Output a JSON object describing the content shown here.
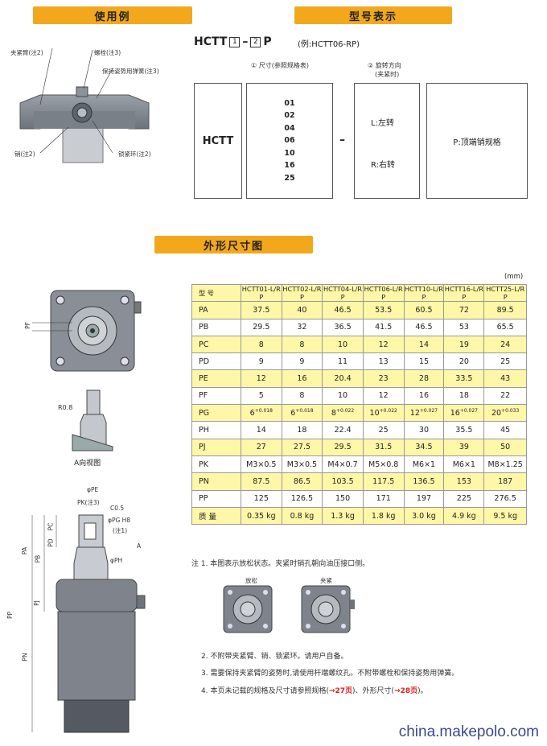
{
  "sections": {
    "usage": "使用例",
    "model": "型号表示",
    "dims": "外形尺寸图"
  },
  "usage_labels": {
    "arm": "夹紧臂(注2)",
    "bolt": "螺栓(注3)",
    "spring": "保持姿势用弹簧(注3)",
    "pin": "销(注2)",
    "lockring": "锁紧环(注2)"
  },
  "model_code": {
    "prefix": "HCTT",
    "box1": "1",
    "dash": "–",
    "box2": "2",
    "suffix": "P",
    "example": "(例:HCTT06-RP)",
    "label1": "① 尺寸(参照规格表)",
    "label2": "② 旋转方向",
    "label2b": "(夹紧时)",
    "main": "HCTT",
    "sizes": [
      "01",
      "02",
      "04",
      "06",
      "10",
      "16",
      "25"
    ],
    "sep": "–",
    "left": "L:左转",
    "right": "R:右转",
    "ptext": "P:顶端销规格"
  },
  "drawing_labels": {
    "pf": "PF",
    "r08": "R0.8",
    "aview": "A向视图",
    "pe": "φPE",
    "pk": "PK(注3)",
    "c05": "C0.5",
    "pg": "φPG H8",
    "note1": "(注1)",
    "a": "A",
    "pc": "PC",
    "pd": "PD",
    "pa": "PA",
    "pb": "PB",
    "ph": "φPH",
    "pj": "PJ",
    "pp": "PP",
    "pn": "PN"
  },
  "unit": "(mm)",
  "table": {
    "header": [
      "型 号",
      "HCTT01-",
      "HCTT02-",
      "HCTT04-",
      "HCTT06-",
      "HCTT10-",
      "HCTT16-",
      "HCTT25-"
    ],
    "header_suffix": "L/R P",
    "rows": [
      {
        "label": "PA",
        "values": [
          "37.5",
          "40",
          "46.5",
          "53.5",
          "60.5",
          "72",
          "89.5"
        ],
        "hl": true
      },
      {
        "label": "PB",
        "values": [
          "29.5",
          "32",
          "36.5",
          "41.5",
          "46.5",
          "53",
          "65.5"
        ],
        "hl": false
      },
      {
        "label": "PC",
        "values": [
          "8",
          "8",
          "10",
          "12",
          "14",
          "19",
          "24"
        ],
        "hl": true
      },
      {
        "label": "PD",
        "values": [
          "9",
          "9",
          "11",
          "13",
          "15",
          "20",
          "25"
        ],
        "hl": false
      },
      {
        "label": "PE",
        "values": [
          "12",
          "16",
          "20.4",
          "23",
          "28",
          "33.5",
          "43"
        ],
        "hl": true
      },
      {
        "label": "PF",
        "values": [
          "5",
          "8",
          "10",
          "12",
          "16",
          "18",
          "22"
        ],
        "hl": false
      },
      {
        "label": "PG",
        "values": [
          "6",
          "6",
          "8",
          "10",
          "12",
          "16",
          "20"
        ],
        "tol": [
          "+0.018",
          "+0.018",
          "+0.022",
          "+0.022",
          "+0.027",
          "+0.027",
          "+0.033"
        ],
        "hl": true
      },
      {
        "label": "PH",
        "values": [
          "14",
          "18",
          "22.4",
          "25",
          "30",
          "35.5",
          "45"
        ],
        "hl": false
      },
      {
        "label": "PJ",
        "values": [
          "27",
          "27.5",
          "29.5",
          "31.5",
          "34.5",
          "39",
          "50"
        ],
        "hl": true
      },
      {
        "label": "PK",
        "values": [
          "M3×0.5",
          "M3×0.5",
          "M4×0.7",
          "M5×0.8",
          "M6×1",
          "M6×1",
          "M8×1.25"
        ],
        "hl": false
      },
      {
        "label": "PN",
        "values": [
          "87.5",
          "86.5",
          "103.5",
          "117.5",
          "136.5",
          "153",
          "187"
        ],
        "hl": true
      },
      {
        "label": "PP",
        "values": [
          "125",
          "126.5",
          "150",
          "171",
          "197",
          "225",
          "276.5"
        ],
        "hl": false
      },
      {
        "label": "质 量",
        "values": [
          "0.35 kg",
          "0.8 kg",
          "1.3 kg",
          "1.8 kg",
          "3.0 kg",
          "4.9 kg",
          "9.5 kg"
        ],
        "hl": true
      }
    ]
  },
  "notes": {
    "n1": "注 1. 本图表示放松状态。夹紧时销孔朝向油压接口侧。",
    "release": "放松",
    "clamp": "夹紧",
    "n2": "2. 不附带夹紧臂、销、锁紧环。请用户自备。",
    "n3": "3. 需要保持夹紧臂的姿势时,请使用杆端螺纹孔。不附带螺栓和保持姿势用弹簧。",
    "n4a": "4. 本页未记载的规格及尺寸请参照规格(",
    "n4b": "→27页",
    "n4c": ")、外形尺寸(",
    "n4d": "→28页",
    "n4e": ")。"
  },
  "watermark": "china.makepolo.com",
  "colors": {
    "banner": "#f3a81c",
    "highlight": "#fff7a8",
    "arrow": "#e02020",
    "body": "#7f848c"
  }
}
